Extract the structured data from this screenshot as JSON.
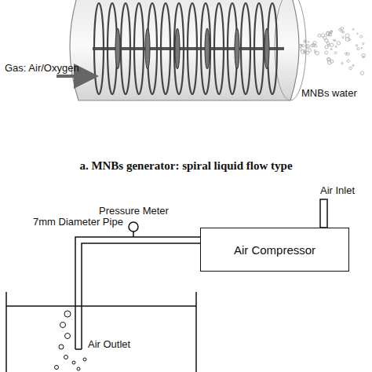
{
  "diagram": {
    "nodes": [
      {
        "text": [
          "Air Compressor"
        ]
      }
    ],
    "labels": [
      "Gas: Air/Oxygen",
      "MNBs water",
      "a. MNBs generator: spiral liquid flow type",
      "Pressure Meter",
      "7mm Diameter Pipe",
      "Air Inlet",
      "Air Outlet"
    ]
  }
}
